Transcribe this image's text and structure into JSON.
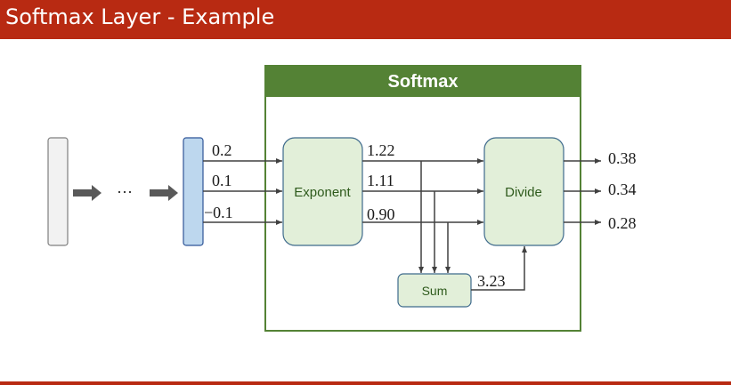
{
  "slide": {
    "title": "Softmax Layer - Example"
  },
  "diagram": {
    "container_label": "Softmax",
    "ellipsis": "···",
    "nodes": {
      "exponent": "Exponent",
      "divide": "Divide",
      "sum": "Sum"
    },
    "inputs": [
      "0.2",
      "0.1",
      "−0.1"
    ],
    "exponentials": [
      "1.22",
      "1.11",
      "0.90"
    ],
    "sum_value": "3.23",
    "outputs": [
      "0.38",
      "0.34",
      "0.28"
    ]
  },
  "colors": {
    "title_bar": "#b82a12",
    "container_header": "#548235",
    "container_border": "#548235",
    "node_fill": "#e2efd9",
    "node_border": "#3e6a8c",
    "input_vector_fill": "#bdd7ee",
    "layer_fill": "#f2f2f2"
  }
}
